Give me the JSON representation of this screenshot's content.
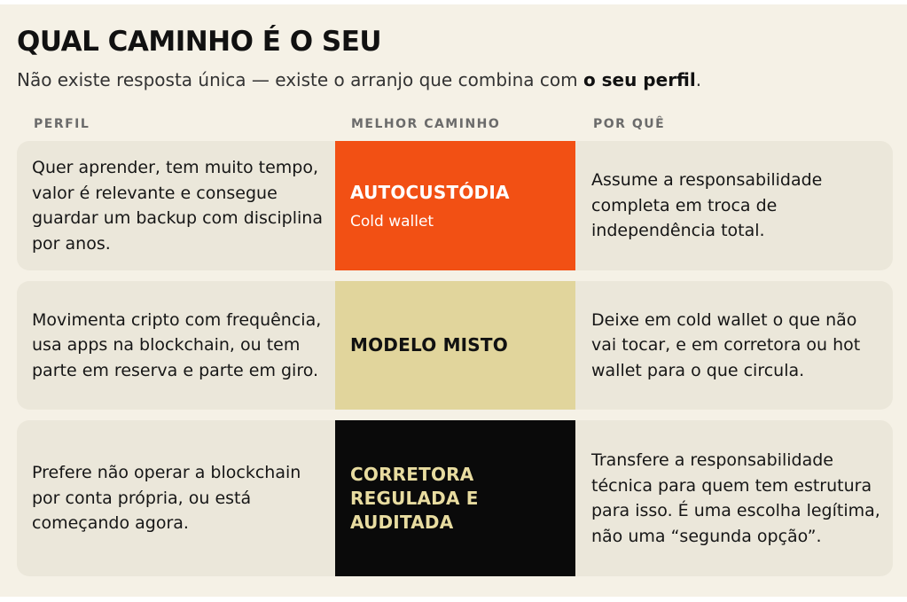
{
  "header": {
    "title": "QUAL CAMINHO É O SEU",
    "subtitle_prefix": "Não existe resposta única — existe o arranjo que combina com ",
    "subtitle_bold": "o seu perfil",
    "subtitle_suffix": "."
  },
  "columns": {
    "profile": "PERFIL",
    "path": "MELHOR CAMINHO",
    "why": "POR QUÊ"
  },
  "rows": [
    {
      "profile": "Quer aprender, tem muito tempo, valor é relevante e consegue guardar um backup com disciplina por anos.",
      "path_title": "AUTOCUSTÓDIA",
      "path_sub": "Cold wallet",
      "why": "Assume a responsabilidade completa em troca de independência total."
    },
    {
      "profile": "Movimenta cripto com frequência, usa apps na blockchain, ou tem parte em reserva e parte em giro.",
      "path_title": "MODELO MISTO",
      "why": "Deixe em cold wallet o que não vai tocar, e em corretora ou hot wallet para o que circula."
    },
    {
      "profile": "Prefere não operar a blockchain por conta própria, ou está começando agora.",
      "path_title": "CORRETORA REGULADA E AUDITADA",
      "why": "Transfere a responsabilidade técnica para quem tem estrutura para isso. É uma escolha legítima, não uma “segunda opção”."
    }
  ],
  "colors": {
    "background": "#f5f1e6",
    "row_background": "#ebe7da",
    "autocustodia": "#f25014",
    "modelo_misto": "#e1d59c",
    "corretora": "#0a0a0a",
    "corretora_text": "#e8dca0"
  }
}
